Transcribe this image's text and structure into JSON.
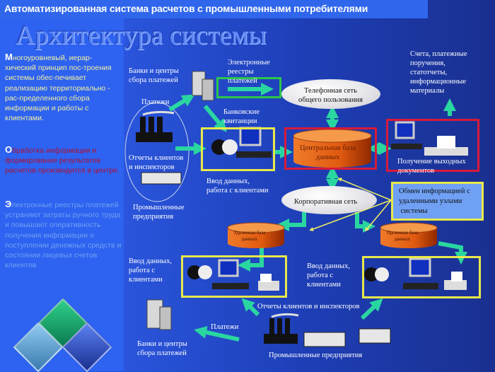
{
  "header": {
    "title": "Автоматизированная система расчетов с промышленными потребителями",
    "slide_title": "Архитектура системы"
  },
  "left_panel": {
    "paragraphs": [
      {
        "cap": "М",
        "text": "ногоуровневый, иерар-хический принцип пос-троения системы обес-печивает реализацию территориально - рас-пределенного сбора информации и работы с клиентами.",
        "color": "#f2f2a0"
      },
      {
        "cap": "О",
        "text": "бработка информации и формирование результатов расчетов производится в центре.",
        "color": "#b01030"
      },
      {
        "cap": "Э",
        "text": "лектронные реестры платежей устраняют затраты ручного труда и повышают оперативность получения информации о поступлении денежных средств и состоянии лицевых счетов клиентов",
        "color": "#6fa2f2"
      }
    ]
  },
  "diagram": {
    "top_left": {
      "banks": "Банки и центры\nсбора платежей",
      "payments": "Платежи",
      "e_registers": "Электронные\nреестры\nплатежей",
      "bank_receipts": "Банковские\nквитанции",
      "reports": "Отчеты клиентов\nи инспекторов",
      "enterprises": "Промышленные\nпредприятия",
      "data_entry": "Ввод данных,\nработа с клиентами"
    },
    "center": {
      "phone_network": "Телефонная сеть\nобщего пользования",
      "central_db": "Центральная база\nданных",
      "corporate_network": "Корпоративная сеть",
      "remote_db_left": "Удаленная база\nданных",
      "remote_db_right": "Удаленная база\nданных"
    },
    "right": {
      "outputs": "Счета, платежные\nпоручения,\nстатотчеты,\nинформационные\nматериалы",
      "output_docs": "Получение выходных\nдокументов",
      "exchange": "Обмен информацией с\nудаленными узлами\n системы"
    },
    "bottom": {
      "data_entry_left": "Ввод данных,\nработа с\nклиентами",
      "data_entry_right": "Ввод данных,\nработа с\nклиентами",
      "reports": "Отчеты клиентов и инспекторов",
      "payments": "Платежи",
      "banks": "Банки и центры\nсбора платежей",
      "enterprises": "Промышленные предприятия"
    }
  },
  "colors": {
    "background": "#1e3fb8",
    "arrow": "#2ad6a0",
    "highlight_yellow": "#e8e84a",
    "highlight_red": "#d81a3a",
    "highlight_green": "#2cc64a",
    "database": "#e8641a"
  }
}
